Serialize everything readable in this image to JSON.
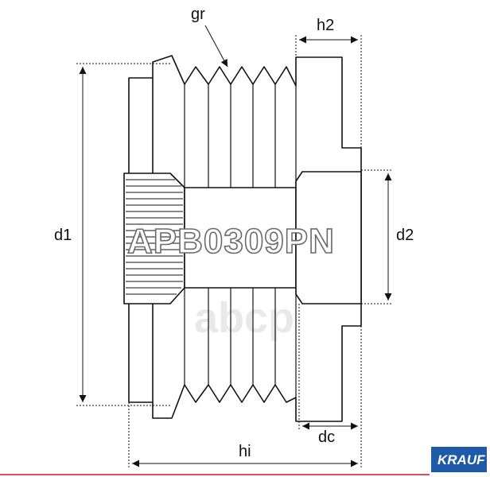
{
  "diagram": {
    "part_number": "APB0309PN",
    "watermark": "abcp",
    "logo": "KRAUF",
    "dimensions": {
      "gr": "gr",
      "h2": "h2",
      "d1": "d1",
      "d2": "d2",
      "dc": "dc",
      "hi": "hi"
    },
    "colors": {
      "line": "#111111",
      "logo_bg": "#1e5aa8",
      "accent_line": "#c8102e"
    }
  }
}
